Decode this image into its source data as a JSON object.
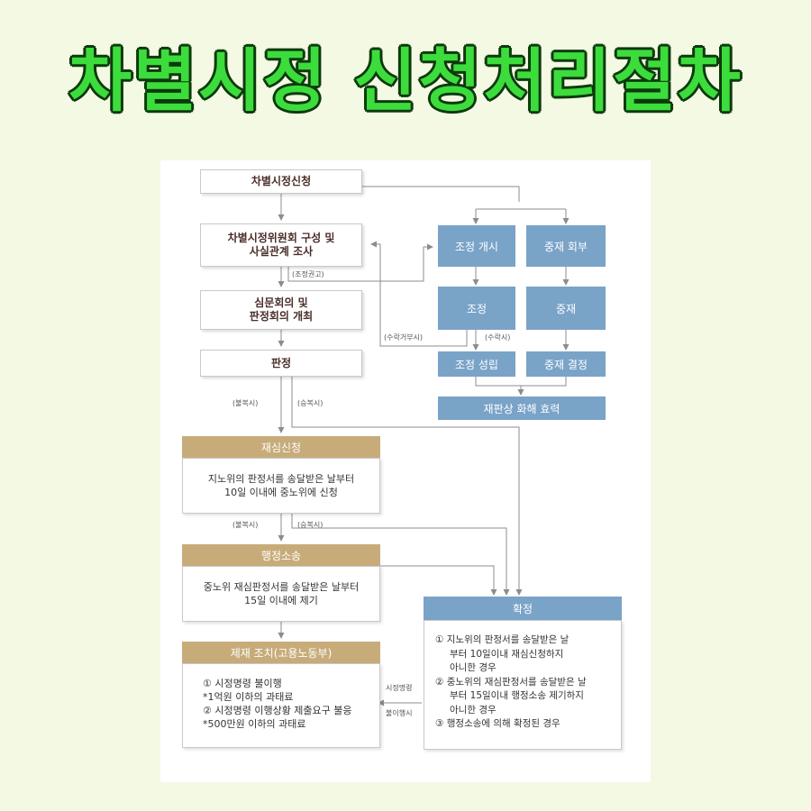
{
  "title": "차별시정 신청처리절차",
  "flow": {
    "apply": "차별시정신청",
    "investigation": [
      "차별시정위원회 구성 및",
      "사실관계 조사"
    ],
    "hearing": [
      "심문회의 및",
      "판정회의 개최"
    ],
    "decision": "판정",
    "mediation_start": "조정 개시",
    "arbitration_refer": "중재 회부",
    "mediation": "조정",
    "arbitration": "중재",
    "mediation_done": "조정 성립",
    "arbitration_decided": "중재 결정",
    "settlement_effect": "재판상 화해 효력",
    "review": {
      "title": "재심신청",
      "lines": [
        "지노위의 판정서를 송달받은 날부터",
        "10일 이내에 중노위에 신청"
      ]
    },
    "lawsuit": {
      "title": "행정소송",
      "lines": [
        "중노위 재심판정서를 송달받은 날부터",
        "15일 이내에 제기"
      ]
    },
    "sanction": {
      "title": "제재 조치(고용노동부)",
      "lines": [
        "① 시정명령 불이행",
        "*1억원 이하의 과태료",
        "② 시정명령 이행상황 제출요구 불응",
        "*500만원 이하의 과태료"
      ]
    },
    "final": {
      "title": "확정",
      "lines": [
        "① 지노위의 판정서를 송달받은 날",
        "부터 10일이내 재심신청하지",
        "아니한 경우",
        "② 중노위의 재심판정서를  송달받은 날",
        "부터 15일이내 행정소송 제기하지",
        "아니한 경우",
        "③ 행정소송에 의해 확정된 경우"
      ]
    }
  },
  "labels": {
    "mediation_advice": "(조정권고)",
    "refuse": "(수락거부시)",
    "accept": "(수락시)",
    "dissatisfied": "(불복시)",
    "satisfied": "(승복시)",
    "dissatisfied2": "(불복시)",
    "satisfied2": "(승복시)",
    "order_noncompliance_1": "시정명령",
    "order_noncompliance_2": "불이행시"
  },
  "colors": {
    "background": "#f4f9e3",
    "title": "#3cdc3c",
    "title_outline": "#0c3a0c",
    "blue_box": "#7aa3c8",
    "gold_box": "#c7ac7a",
    "arrow": "#8c8c8c"
  }
}
